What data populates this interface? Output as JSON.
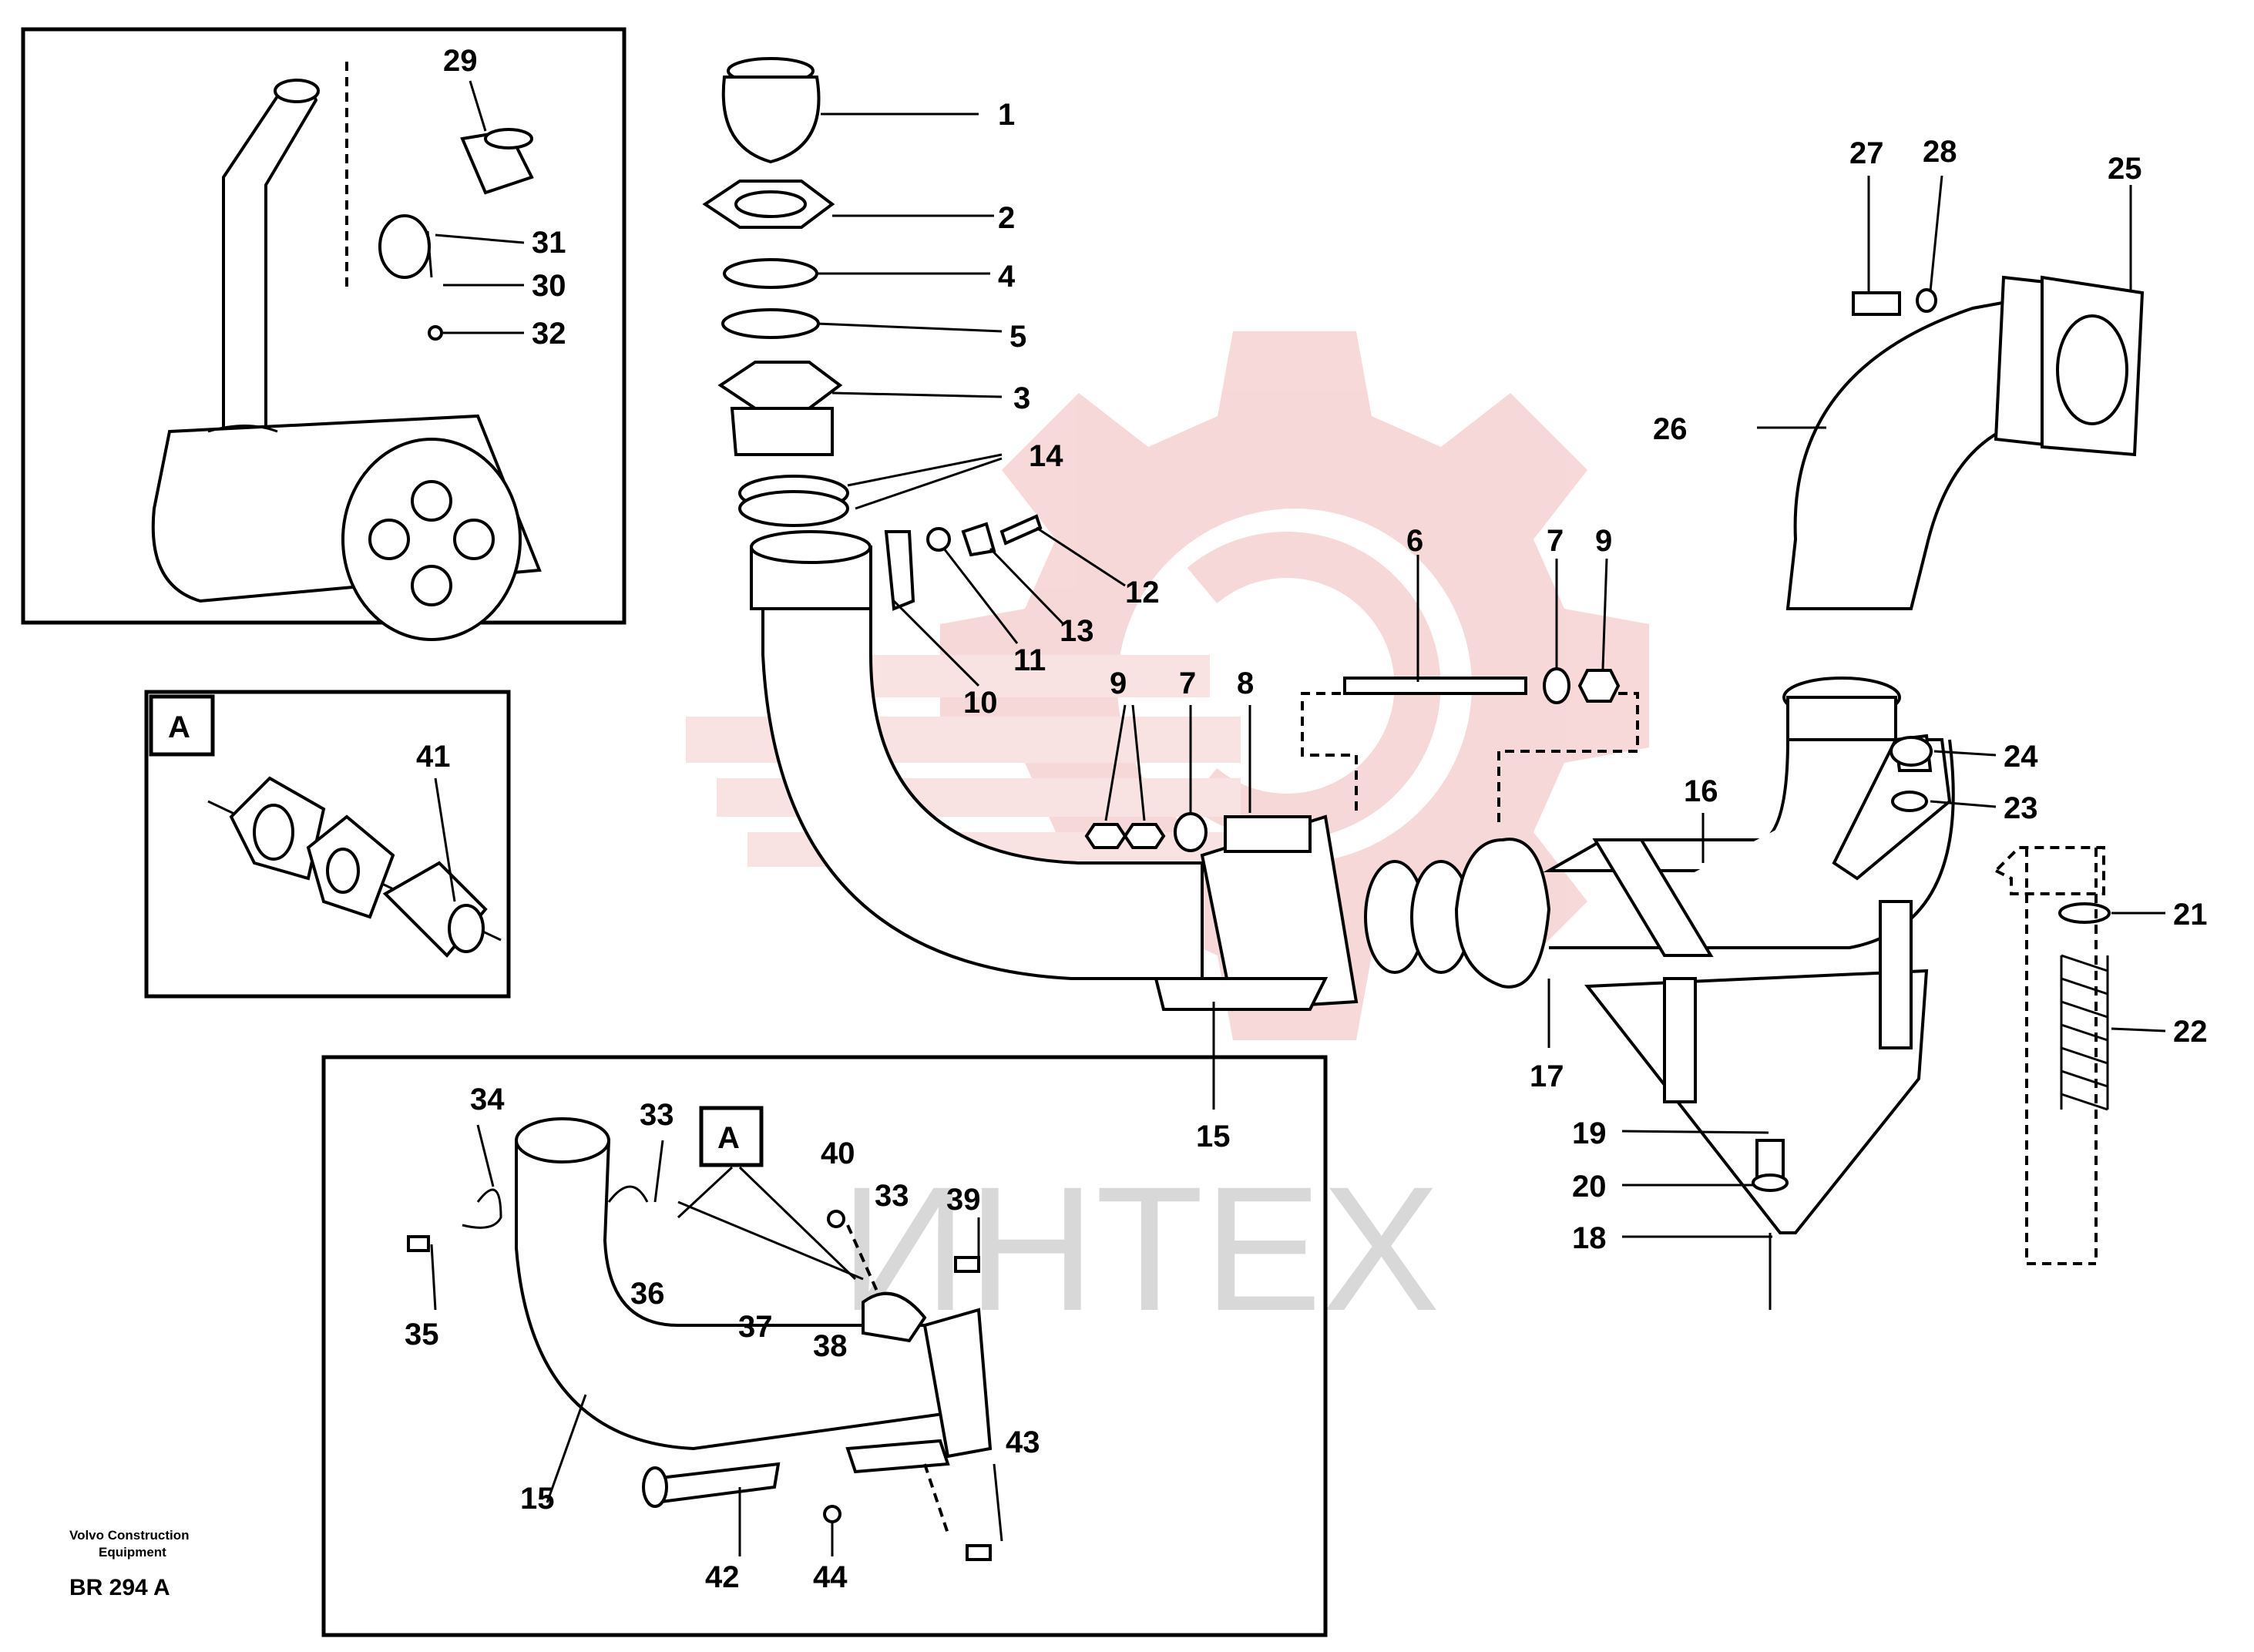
{
  "title": "",
  "watermark": {
    "text": "ИНТЕХ",
    "gear_color": "#f4c7c7",
    "text_color": "#d8d8d8"
  },
  "footer": {
    "company_line1": "Volvo Construction",
    "company_line2": "Equipment",
    "code": "BR 294 A"
  },
  "detail_marker": "A",
  "labels": {
    "p1": "1",
    "p2": "2",
    "p3": "3",
    "p4": "4",
    "p5": "5",
    "p6": "6",
    "p7a": "7",
    "p7b": "7",
    "p8": "8",
    "p9a": "9",
    "p9b": "9",
    "p10": "10",
    "p11": "11",
    "p12": "12",
    "p13": "13",
    "p14": "14",
    "p15a": "15",
    "p15b": "15",
    "p16": "16",
    "p17": "17",
    "p18": "18",
    "p19": "19",
    "p20": "20",
    "p21": "21",
    "p22": "22",
    "p23": "23",
    "p24": "24",
    "p25": "25",
    "p26": "26",
    "p27": "27",
    "p28": "28",
    "p29": "29",
    "p30": "30",
    "p31": "31",
    "p32": "32",
    "p33a": "33",
    "p33b": "33",
    "p34": "34",
    "p35": "35",
    "p36": "36",
    "p37": "37",
    "p38": "38",
    "p39": "39",
    "p40": "40",
    "p41": "41",
    "p42": "42",
    "p43": "43",
    "p44": "44"
  }
}
